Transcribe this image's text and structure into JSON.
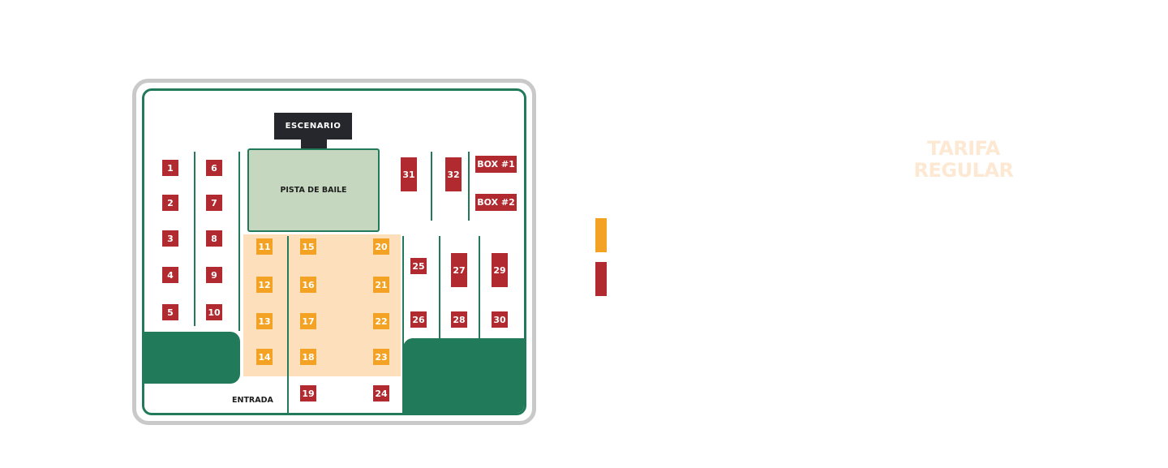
{
  "map": {
    "stage_label": "ESCENARIO",
    "dance_floor_label": "PISTA DE BAILE",
    "entrance_label": "ENTRADA",
    "tables": [
      {
        "id": "1",
        "tier": "regular"
      },
      {
        "id": "2",
        "tier": "regular"
      },
      {
        "id": "3",
        "tier": "regular"
      },
      {
        "id": "4",
        "tier": "regular"
      },
      {
        "id": "5",
        "tier": "regular"
      },
      {
        "id": "6",
        "tier": "regular"
      },
      {
        "id": "7",
        "tier": "regular"
      },
      {
        "id": "8",
        "tier": "regular"
      },
      {
        "id": "9",
        "tier": "regular"
      },
      {
        "id": "10",
        "tier": "regular"
      },
      {
        "id": "11",
        "tier": "premium"
      },
      {
        "id": "12",
        "tier": "premium"
      },
      {
        "id": "13",
        "tier": "premium"
      },
      {
        "id": "14",
        "tier": "premium"
      },
      {
        "id": "15",
        "tier": "premium"
      },
      {
        "id": "16",
        "tier": "premium"
      },
      {
        "id": "17",
        "tier": "premium"
      },
      {
        "id": "18",
        "tier": "premium"
      },
      {
        "id": "19",
        "tier": "regular"
      },
      {
        "id": "20",
        "tier": "premium"
      },
      {
        "id": "21",
        "tier": "premium"
      },
      {
        "id": "22",
        "tier": "premium"
      },
      {
        "id": "23",
        "tier": "premium"
      },
      {
        "id": "24",
        "tier": "regular"
      },
      {
        "id": "25",
        "tier": "regular"
      },
      {
        "id": "26",
        "tier": "regular"
      },
      {
        "id": "27",
        "tier": "regular"
      },
      {
        "id": "28",
        "tier": "regular"
      },
      {
        "id": "29",
        "tier": "regular"
      },
      {
        "id": "30",
        "tier": "regular"
      },
      {
        "id": "31",
        "tier": "regular"
      },
      {
        "id": "32",
        "tier": "regular"
      },
      {
        "id": "BOX #1",
        "tier": "regular"
      },
      {
        "id": "BOX #2",
        "tier": "regular"
      }
    ]
  },
  "legend": {
    "title_line1": "TARIFA",
    "title_line2": "REGULAR",
    "items": [
      {
        "color": "#f4a224",
        "text": ""
      },
      {
        "color": "#b02a2f",
        "text": ""
      }
    ]
  },
  "colors": {
    "regular": "#b02a2f",
    "premium": "#f4a224",
    "green": "#217a5a",
    "stage": "#25272c",
    "dance_floor": "#c5d8bf",
    "premium_zone": "#fde0bb"
  }
}
